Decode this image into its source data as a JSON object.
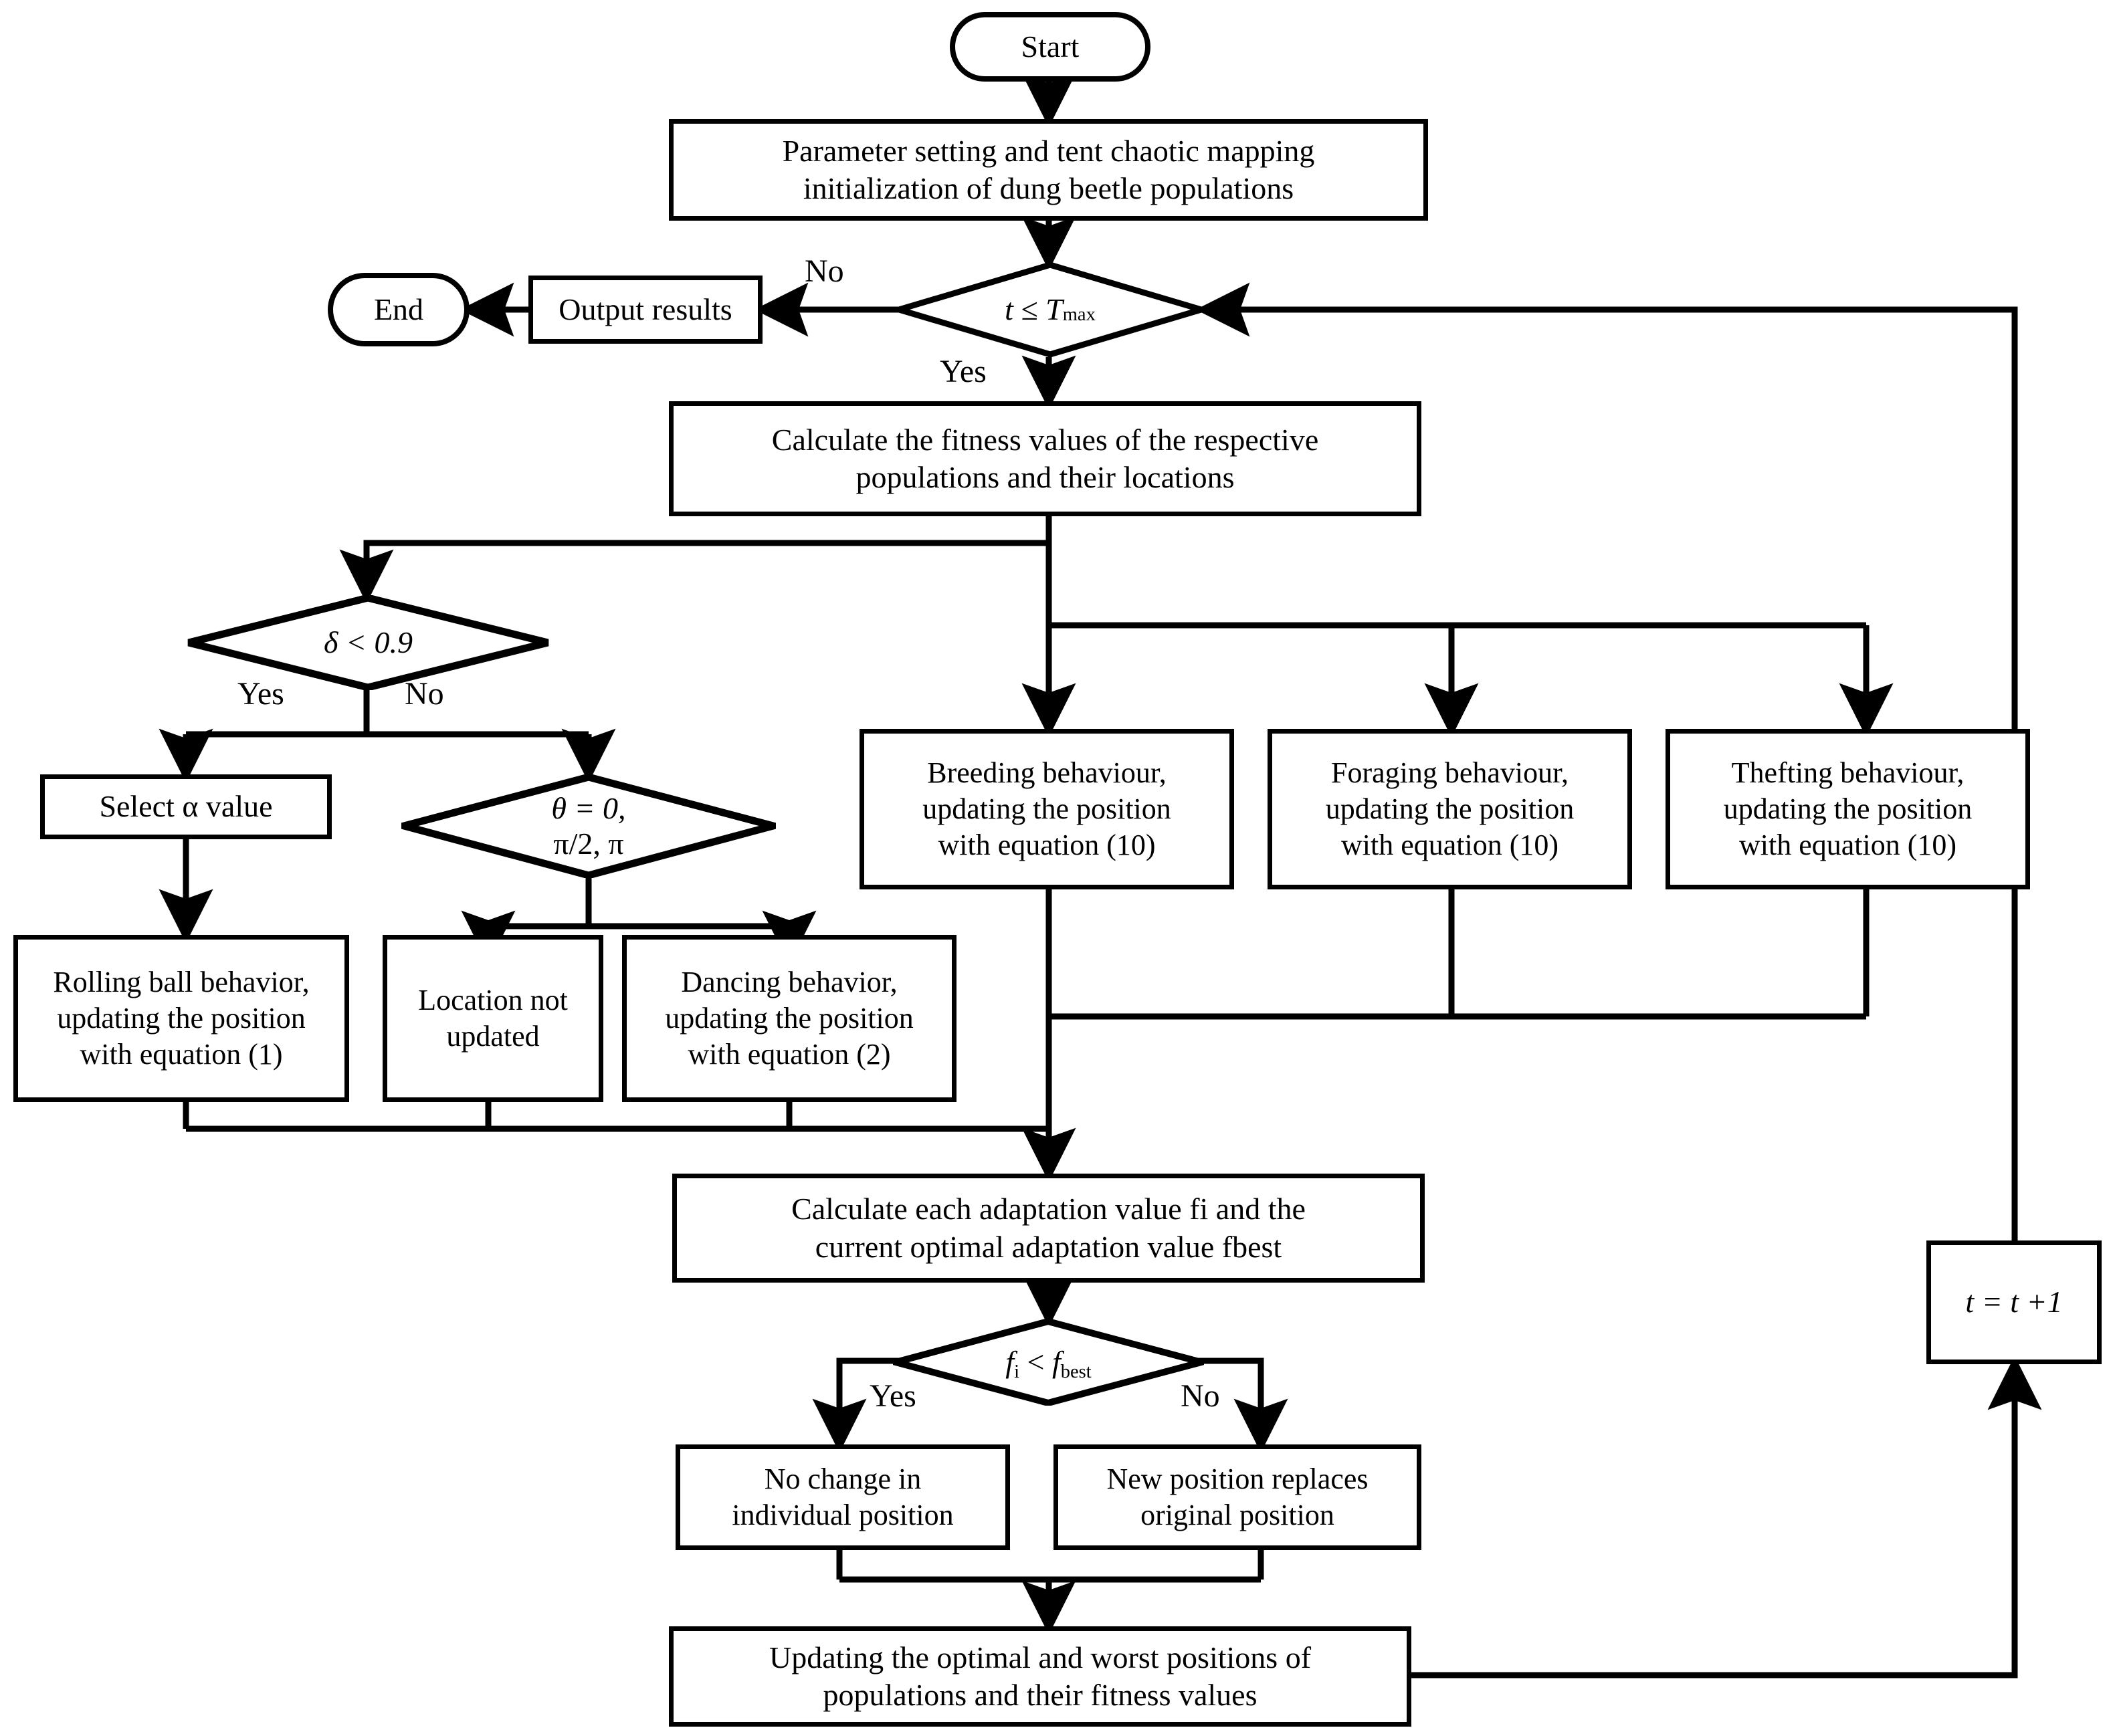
{
  "diagram": {
    "title": "Improved dung beetle optimizer algorithm flowchart",
    "type": "flowchart",
    "stroke_color": "#000000",
    "fill_color": "#ffffff",
    "background": "#ffffff"
  },
  "nodes": {
    "start": {
      "label": "Start",
      "shape": "terminator"
    },
    "init": {
      "line1": "Parameter setting and tent chaotic mapping",
      "line2": "initialization  of dung beetle populations",
      "shape": "process"
    },
    "loop_check": {
      "label": "t ≤ T",
      "sub": "max",
      "shape": "decision"
    },
    "output": {
      "label": "Output results",
      "shape": "process"
    },
    "end": {
      "label": "End",
      "shape": "terminator"
    },
    "fitness": {
      "line1": "Calculate the fitness values of the respective",
      "line2": "populations and their locations",
      "shape": "process"
    },
    "delta": {
      "label": "δ < 0.9",
      "shape": "decision"
    },
    "select_alpha": {
      "label": "Select α value",
      "shape": "process"
    },
    "theta": {
      "line1": "θ = 0,",
      "line2": "π/2, π",
      "shape": "decision"
    },
    "rolling": {
      "line1": "Rolling ball behavior,",
      "line2": "updating the position",
      "line3": "with equation (1)",
      "shape": "process"
    },
    "not_updated": {
      "line1": "Location not",
      "line2": "updated",
      "shape": "process"
    },
    "dancing": {
      "line1": "Dancing behavior,",
      "line2": "updating the position",
      "line3": "with equation (2)",
      "shape": "process"
    },
    "breeding": {
      "line1": "Breeding behaviour,",
      "line2": "updating the position",
      "line3": "with equation (10)",
      "shape": "process"
    },
    "foraging": {
      "line1": "Foraging behaviour,",
      "line2": "updating the position",
      "line3": "with equation (10)",
      "shape": "process"
    },
    "thefting": {
      "line1": "Thefting behaviour,",
      "line2": "updating the position",
      "line3": "with equation (10)",
      "shape": "process"
    },
    "adaptation": {
      "line1": "Calculate each adaptation value fi and the",
      "line2": "current optimal adaptation value fbest",
      "shape": "process"
    },
    "fi_check": {
      "label": "f",
      "sub1": "i",
      "op": " < ",
      "label2": "f",
      "sub2": "best",
      "shape": "decision"
    },
    "no_change": {
      "line1": "No change in",
      "line2": "individual position",
      "shape": "process"
    },
    "replace": {
      "line1": "New position replaces",
      "line2": "original position",
      "shape": "process"
    },
    "update_best": {
      "line1": "Updating the optimal and worst positions of",
      "line2": "populations and their fitness values",
      "shape": "process"
    },
    "increment": {
      "label": "t = t +1",
      "shape": "process"
    }
  },
  "edge_labels": {
    "loop_no": "No",
    "loop_yes": "Yes",
    "delta_yes": "Yes",
    "delta_no": "No",
    "fi_yes": "Yes",
    "fi_no": "No"
  },
  "chart_data": {
    "type": "flowchart",
    "edges": [
      {
        "from": "start",
        "to": "init",
        "label": ""
      },
      {
        "from": "init",
        "to": "loop_check",
        "label": ""
      },
      {
        "from": "loop_check",
        "to": "output",
        "label": "No"
      },
      {
        "from": "output",
        "to": "end",
        "label": ""
      },
      {
        "from": "loop_check",
        "to": "fitness",
        "label": "Yes"
      },
      {
        "from": "fitness",
        "to": "delta",
        "label": ""
      },
      {
        "from": "fitness",
        "to": "breeding",
        "label": ""
      },
      {
        "from": "fitness",
        "to": "foraging",
        "label": ""
      },
      {
        "from": "fitness",
        "to": "thefting",
        "label": ""
      },
      {
        "from": "delta",
        "to": "select_alpha",
        "label": "Yes"
      },
      {
        "from": "delta",
        "to": "theta",
        "label": "No"
      },
      {
        "from": "select_alpha",
        "to": "rolling",
        "label": ""
      },
      {
        "from": "theta",
        "to": "not_updated",
        "label": ""
      },
      {
        "from": "theta",
        "to": "dancing",
        "label": ""
      },
      {
        "from": "rolling",
        "to": "adaptation",
        "label": ""
      },
      {
        "from": "not_updated",
        "to": "adaptation",
        "label": ""
      },
      {
        "from": "dancing",
        "to": "adaptation",
        "label": ""
      },
      {
        "from": "breeding",
        "to": "adaptation",
        "label": ""
      },
      {
        "from": "foraging",
        "to": "adaptation",
        "label": ""
      },
      {
        "from": "thefting",
        "to": "adaptation",
        "label": ""
      },
      {
        "from": "adaptation",
        "to": "fi_check",
        "label": ""
      },
      {
        "from": "fi_check",
        "to": "no_change",
        "label": "Yes"
      },
      {
        "from": "fi_check",
        "to": "replace",
        "label": "No"
      },
      {
        "from": "no_change",
        "to": "update_best",
        "label": ""
      },
      {
        "from": "replace",
        "to": "update_best",
        "label": ""
      },
      {
        "from": "update_best",
        "to": "increment",
        "label": ""
      },
      {
        "from": "increment",
        "to": "loop_check",
        "label": ""
      }
    ]
  }
}
